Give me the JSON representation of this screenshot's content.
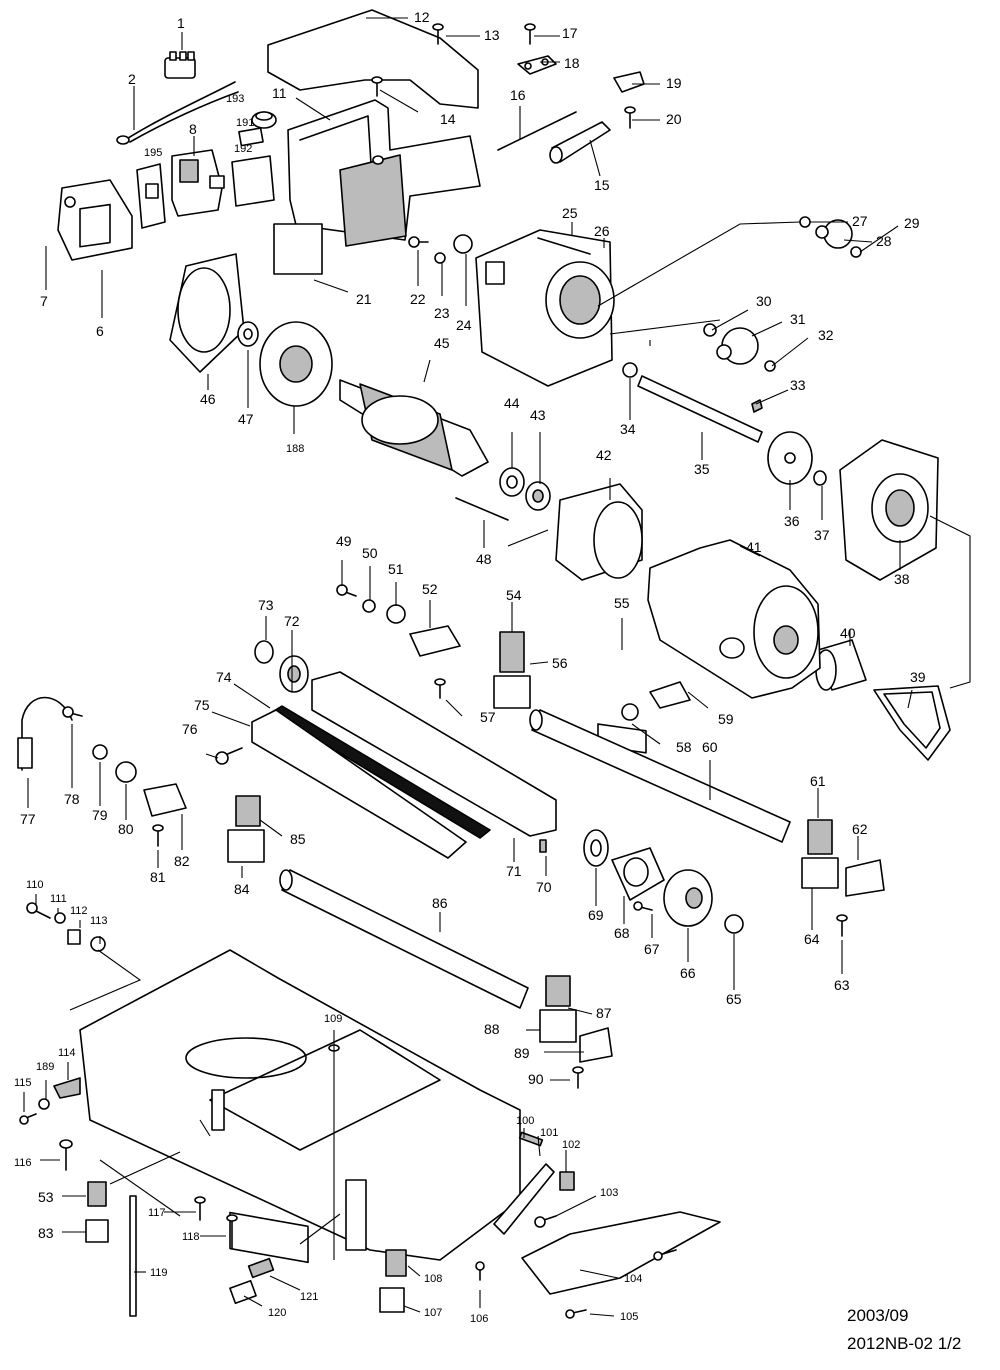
{
  "diagram": {
    "labels": [
      "1",
      "2",
      "6",
      "7",
      "8",
      "11",
      "12",
      "13",
      "14",
      "15",
      "16",
      "17",
      "18",
      "19",
      "20",
      "21",
      "22",
      "23",
      "24",
      "25",
      "26",
      "27",
      "28",
      "29",
      "30",
      "31",
      "32",
      "33",
      "34",
      "35",
      "36",
      "37",
      "38",
      "39",
      "40",
      "41",
      "42",
      "43",
      "44",
      "45",
      "46",
      "47",
      "48",
      "49",
      "50",
      "51",
      "52",
      "53",
      "54",
      "55",
      "56",
      "57",
      "58",
      "59",
      "60",
      "61",
      "62",
      "63",
      "64",
      "65",
      "66",
      "67",
      "68",
      "69",
      "70",
      "71",
      "72",
      "73",
      "74",
      "75",
      "76",
      "77",
      "78",
      "79",
      "80",
      "81",
      "82",
      "83",
      "84",
      "85",
      "86",
      "87",
      "88",
      "89",
      "90",
      "100",
      "101",
      "102",
      "103",
      "104",
      "105",
      "106",
      "107",
      "108",
      "109",
      "110",
      "111",
      "112",
      "113",
      "114",
      "115",
      "116",
      "117",
      "118",
      "119",
      "120",
      "121",
      "188",
      "189",
      "191",
      "192",
      "193",
      "195"
    ]
  },
  "footer": {
    "date": "2003/09",
    "model": "2012NB-02 1/2"
  }
}
